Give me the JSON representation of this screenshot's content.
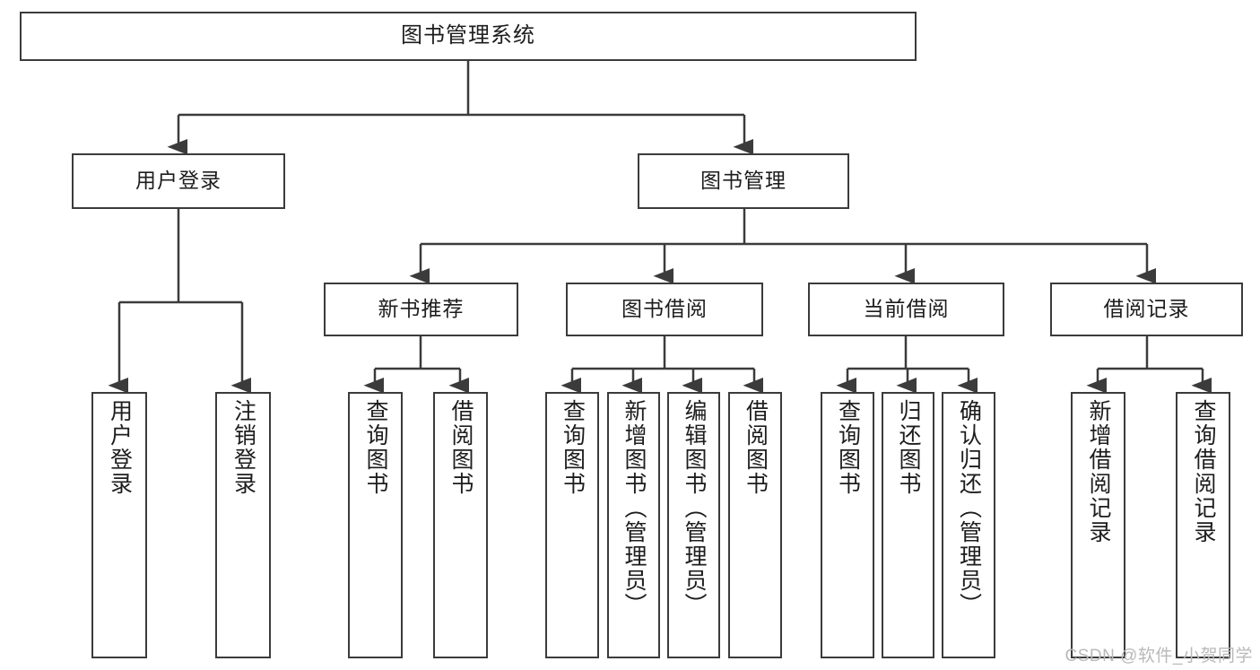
{
  "diagram": {
    "title": "图书管理系统",
    "type": "tree-hierarchy-diagram",
    "root": {
      "id": "root",
      "label": "图书管理系统",
      "orientation": "horizontal"
    },
    "level2": [
      {
        "id": "user-login",
        "label": "用户登录",
        "orientation": "horizontal"
      },
      {
        "id": "book-management",
        "label": "图书管理",
        "orientation": "horizontal"
      }
    ],
    "level3": [
      {
        "id": "new-book-recommend",
        "label": "新书推荐",
        "orientation": "horizontal"
      },
      {
        "id": "book-borrow",
        "label": "图书借阅",
        "orientation": "horizontal"
      },
      {
        "id": "current-borrow",
        "label": "当前借阅",
        "orientation": "horizontal"
      },
      {
        "id": "borrow-record",
        "label": "借阅记录",
        "orientation": "horizontal"
      }
    ],
    "leaves": {
      "user_login": [
        {
          "id": "leaf-user-login",
          "label": "用户登录"
        },
        {
          "id": "leaf-logout",
          "label": "注销登录"
        }
      ],
      "new_book_recommend": [
        {
          "id": "leaf-query-book-1",
          "label": "查询图书"
        },
        {
          "id": "leaf-borrow-book-1",
          "label": "借阅图书"
        }
      ],
      "book_borrow": [
        {
          "id": "leaf-query-book-2",
          "label": "查询图书"
        },
        {
          "id": "leaf-add-book",
          "label": "新增图书（管理员）"
        },
        {
          "id": "leaf-edit-book",
          "label": "编辑图书（管理员）"
        },
        {
          "id": "leaf-borrow-book-2",
          "label": "借阅图书"
        }
      ],
      "current_borrow": [
        {
          "id": "leaf-query-book-3",
          "label": "查询图书"
        },
        {
          "id": "leaf-return-book",
          "label": "归还图书"
        },
        {
          "id": "leaf-confirm-return",
          "label": "确认归还（管理员）"
        }
      ],
      "borrow_record": [
        {
          "id": "leaf-add-record",
          "label": "新增借阅记录"
        },
        {
          "id": "leaf-query-record",
          "label": "查询借阅记录"
        }
      ]
    },
    "watermark": "CSDN @软件_小贺同学",
    "colors": {
      "border": "#3b3b3b",
      "background": "#ffffff",
      "text": "#1d1d1d",
      "watermark": "#b9b9b9"
    }
  }
}
